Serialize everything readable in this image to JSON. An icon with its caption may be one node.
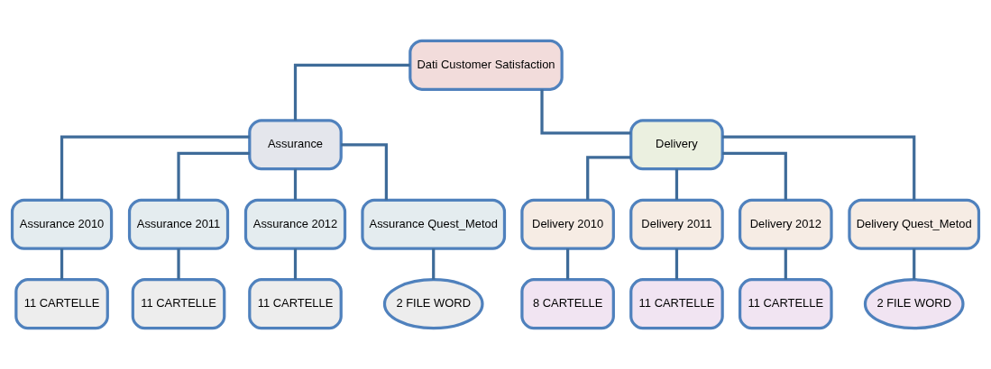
{
  "diagram": {
    "nodes": [
      {
        "text": [
          "Dati Customer Satisfaction"
        ]
      },
      {
        "text": [
          "Assurance"
        ]
      },
      {
        "text": [
          "Delivery"
        ]
      },
      {
        "text": [
          "Assurance 2010"
        ]
      },
      {
        "text": [
          "Assurance 2011"
        ]
      },
      {
        "text": [
          "Assurance 2012"
        ]
      },
      {
        "text": [
          "Assurance Quest_Metod"
        ]
      },
      {
        "text": [
          "Delivery 2010"
        ]
      },
      {
        "text": [
          "Delivery 2011"
        ]
      },
      {
        "text": [
          "Delivery 2012"
        ]
      },
      {
        "text": [
          "Delivery Quest_Metod"
        ]
      },
      {
        "text": [
          "11 CARTELLE"
        ]
      },
      {
        "text": [
          "11 CARTELLE"
        ]
      },
      {
        "text": [
          "11 CARTELLE"
        ]
      },
      {
        "text": [
          "2 FILE WORD"
        ]
      },
      {
        "text": [
          "8 CARTELLE"
        ]
      },
      {
        "text": [
          "11 CARTELLE"
        ]
      },
      {
        "text": [
          "11 CARTELLE"
        ]
      },
      {
        "text": [
          "2 FILE WORD"
        ]
      }
    ],
    "edges": [
      {
        "from": 0,
        "to": 1,
        "arrow": "none"
      },
      {
        "from": 0,
        "to": 2,
        "arrow": "none"
      },
      {
        "from": 1,
        "to": 3,
        "arrow": "none"
      },
      {
        "from": 1,
        "to": 4,
        "arrow": "none"
      },
      {
        "from": 1,
        "to": 5,
        "arrow": "none"
      },
      {
        "from": 1,
        "to": 6,
        "arrow": "none"
      },
      {
        "from": 2,
        "to": 7,
        "arrow": "none"
      },
      {
        "from": 2,
        "to": 8,
        "arrow": "none"
      },
      {
        "from": 2,
        "to": 9,
        "arrow": "none"
      },
      {
        "from": 2,
        "to": 10,
        "arrow": "none"
      },
      {
        "from": 3,
        "to": 11,
        "arrow": "none"
      },
      {
        "from": 4,
        "to": 12,
        "arrow": "none"
      },
      {
        "from": 5,
        "to": 13,
        "arrow": "none"
      },
      {
        "from": 6,
        "to": 14,
        "arrow": "none"
      },
      {
        "from": 7,
        "to": 15,
        "arrow": "none"
      },
      {
        "from": 8,
        "to": 16,
        "arrow": "none"
      },
      {
        "from": 9,
        "to": 17,
        "arrow": "none"
      },
      {
        "from": 10,
        "to": 18,
        "arrow": "none"
      }
    ]
  }
}
